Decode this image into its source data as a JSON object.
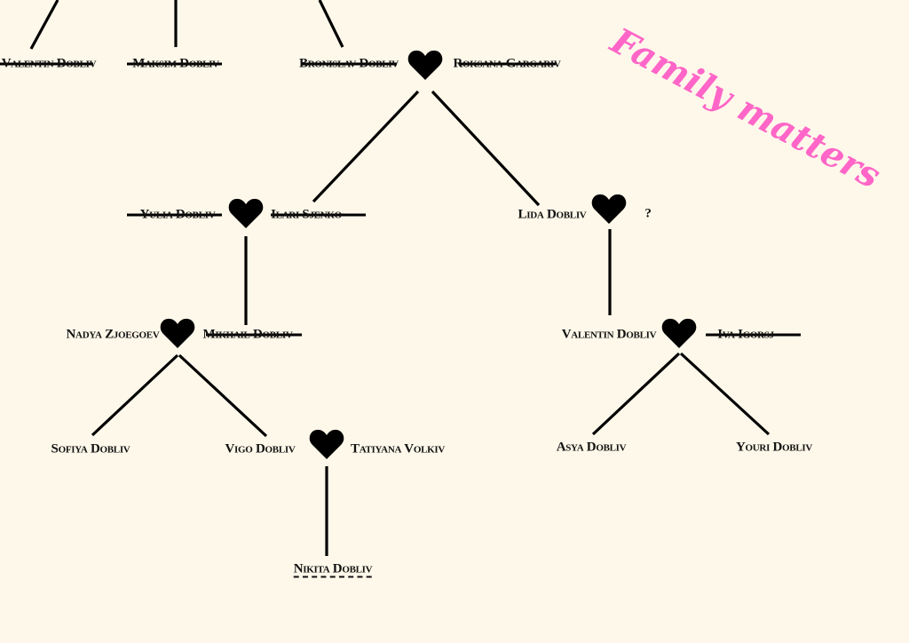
{
  "title": "Family matters",
  "colors": {
    "background": "#fef8ea",
    "title": "#ff66c8",
    "ink": "#000000"
  },
  "people": {
    "valentin_top": "Valentin Dobliv",
    "maksim": "Maksim Dobliv",
    "bronislav": "Bronislav Dobliv",
    "roksana": "Roksana Gargariv",
    "yulia": "Yulia Dobliv",
    "ilari": "Ilari Sjenko",
    "lida": "Lida Dobliv",
    "unknown_partner": "?",
    "nadya": "Nadya Zjoegoev",
    "mikhail": "Mikhail Dobliv",
    "valentin": "Valentin Dobliv",
    "iva": "Iva Igorsj",
    "sofiya": "Sofiya Dobliv",
    "vigo": "Vigo Dobliv",
    "tatiyana": "Tatiyana Volkiv",
    "asya": "Asya Dobliv",
    "youri": "Youri Dobliv",
    "nikita": "Nikita Dobliv"
  },
  "icons": {
    "partnership": "heart-icon"
  }
}
